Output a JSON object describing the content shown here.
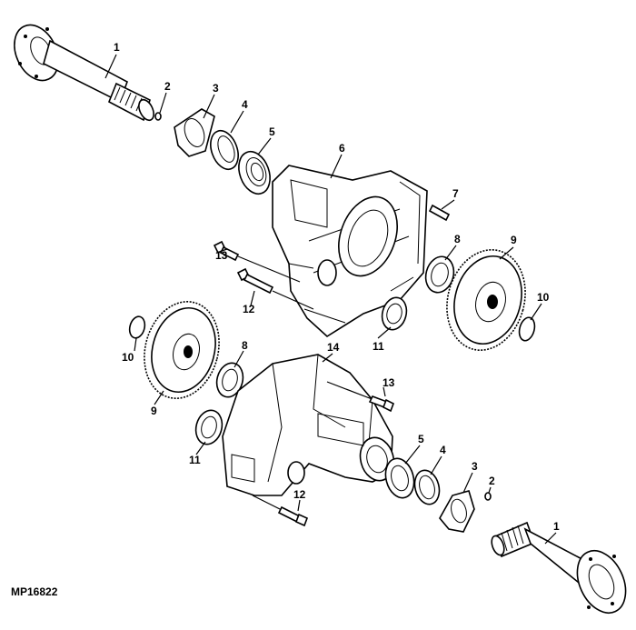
{
  "figure_id": "MP16822",
  "callouts": {
    "top": {
      "axle": "1",
      "pin": "2",
      "plate": "3",
      "seal": "4",
      "bearing": "5",
      "housing": "6",
      "dowel": "7",
      "bearing_r": "8",
      "gear": "9",
      "ring_r": "10",
      "bearing_l": "11",
      "bolt_long": "12",
      "bolt_short": "13"
    },
    "bottom": {
      "ring": "10",
      "gear": "9",
      "bearing_u": "8",
      "bearing": "11",
      "housing": "14",
      "bolt_short": "13",
      "bolt_long": "12",
      "bearing_r": "5",
      "seal": "4",
      "plate": "3",
      "pin": "2",
      "axle": "1"
    }
  }
}
